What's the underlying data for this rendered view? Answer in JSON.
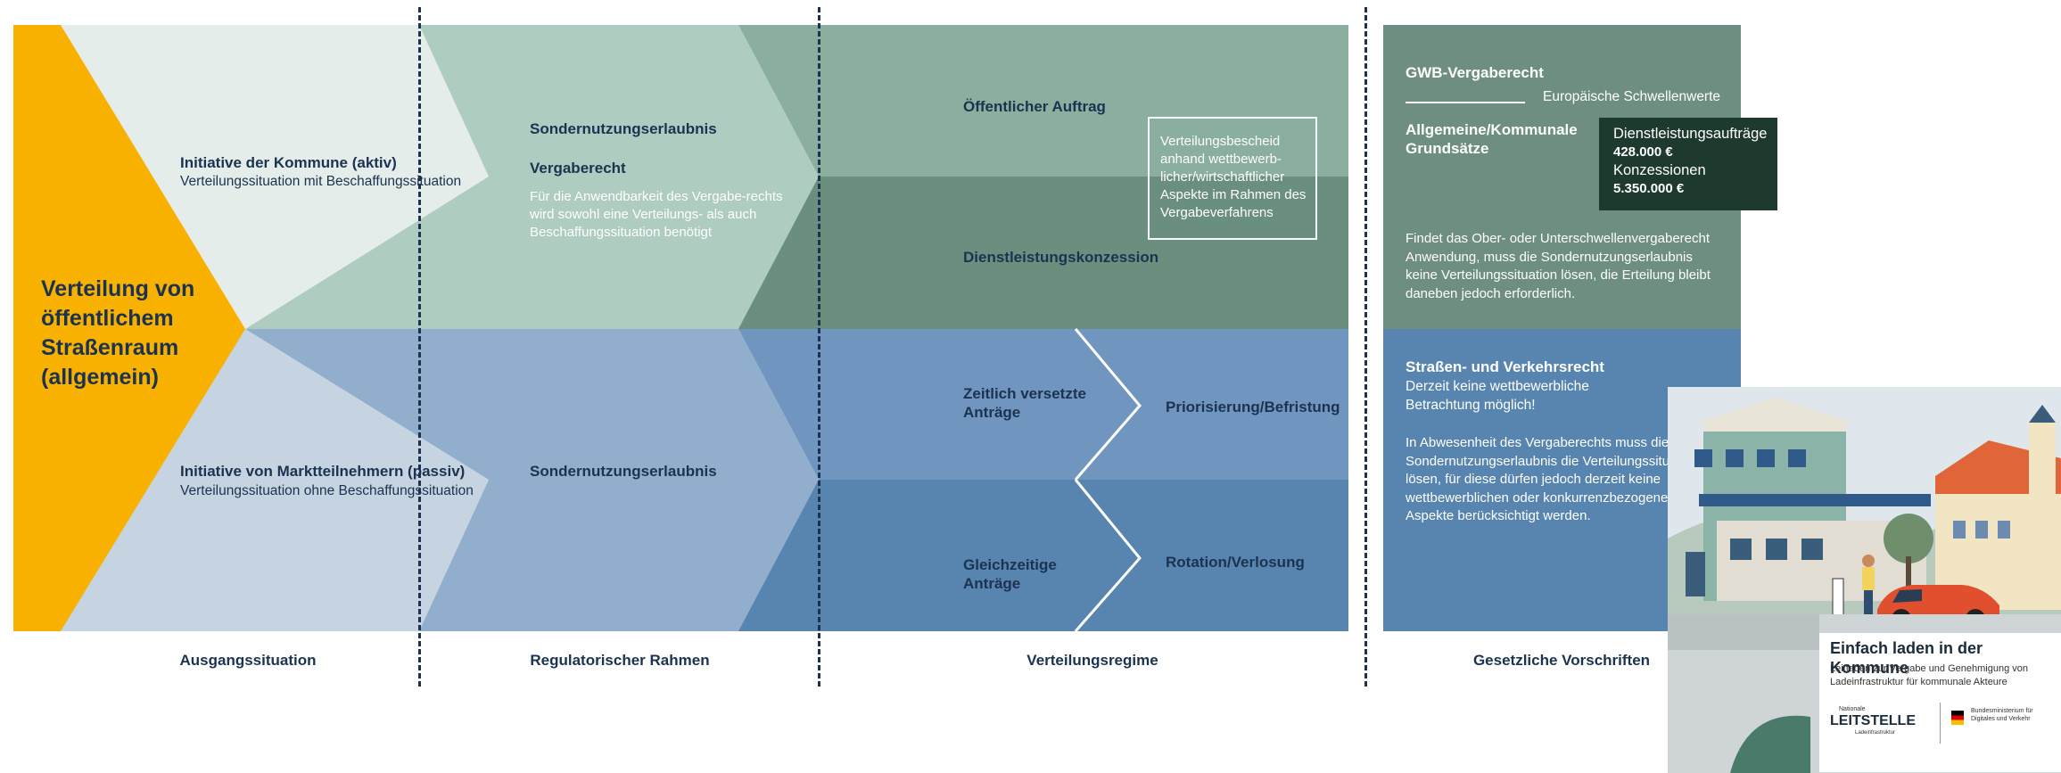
{
  "colors": {
    "orange": "#F9B100",
    "row1_col1": "#E4EDEA",
    "row1_col2": "#AFCCC0",
    "row1_col3": "#8AAF9F",
    "row1_col3b": "#6A8F7E",
    "row2_col1": "#C5D4E0",
    "row2_col2": "#91AFCC",
    "row2_col3": "#7096BF",
    "row2_col3b": "#5884B0",
    "right_green": "#6E8F80",
    "right_blue": "#5884B0",
    "navy": "#1B3350"
  },
  "start": {
    "title": "Verteilung von öffentlichem Straßenraum (allgemein)"
  },
  "row1": {
    "initiative_title": "Initiative der Kommune (aktiv)",
    "initiative_sub": "Verteilungssituation mit Beschaffungssituation",
    "sondernutzung": "Sondernutzungserlaubnis",
    "vergaberecht": "Vergaberecht",
    "vergaberecht_desc": "Für die Anwendbarkeit des Vergabe-rechts wird sowohl eine Verteilungs- als auch Beschaffungssituation benötigt",
    "oeffentlicher_auftrag": "Öffentlicher Auftrag",
    "dienstleistungskonzession": "Dienstleistungskonzession",
    "verteilungsbescheid": "Verteilungsbescheid anhand wettbewerb-licher/wirtschaftlicher Aspekte im Rahmen des Vergabeverfahrens"
  },
  "row2": {
    "initiative_title": "Initiative von Marktteilnehmern (passiv)",
    "initiative_sub": "Verteilungssituation ohne Beschaffungssituation",
    "sondernutzung": "Sondernutzungserlaubnis",
    "zeitlich": "Zeitlich versetzte Anträge",
    "priorisierung": "Priorisierung/Befristung",
    "gleichzeitig": "Gleichzeitige Anträge",
    "rotation": "Rotation/Verlosung"
  },
  "right_top": {
    "gwb": "GWB-Vergaberecht",
    "schwellenwerte": "Europäische Schwellenwerte",
    "grundsaetze": "Allgemeine/Kommunale Grundsätze",
    "text": "Findet das Ober- oder Unterschwellenvergaberecht Anwendung, muss die Sondernutzungserlaubnis keine Verteilungssituation lösen, die Erteilung bleibt daneben jedoch erforderlich."
  },
  "tooltip": {
    "line1": "Dienstleistungsaufträge",
    "line2": "428.000 €",
    "line3": "Konzessionen",
    "line4": "5.350.000 €"
  },
  "right_bottom": {
    "title": "Straßen- und Verkehrsrecht",
    "subtitle": "Derzeit keine wettbewerbliche Betrachtung möglich!",
    "text": "In Abwesenheit des Vergaberechts muss die Sondernutzungserlaubnis die Verteilungssituation lösen, für diese dürfen jedoch derzeit keine wettbewerblichen oder konkurrenzbezogenen Aspekte berücksichtigt werden."
  },
  "columns": {
    "c1": "Ausgangssituation",
    "c2": "Regulatorischer Rahmen",
    "c3": "Verteilungsregime",
    "c4": "Gesetzliche Vorschriften"
  },
  "cover": {
    "title": "Einfach laden in der Kommune",
    "subtitle": "Leitfaden zur Vergabe und Genehmigung von Ladeinfrastruktur für kommunale Akteure",
    "logo_left_small": "Nationale",
    "logo_left_big": "LEITSTELLE",
    "logo_left_sub": "Ladeinfrastruktur",
    "logo_right": "Bundesministerium für Digitales und Verkehr"
  }
}
